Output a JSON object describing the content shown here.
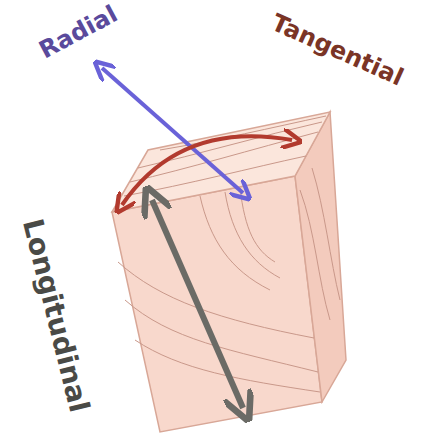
{
  "diagram": {
    "labels": [
      "Radial",
      "Tangential",
      "Longitudinal"
    ]
  }
}
